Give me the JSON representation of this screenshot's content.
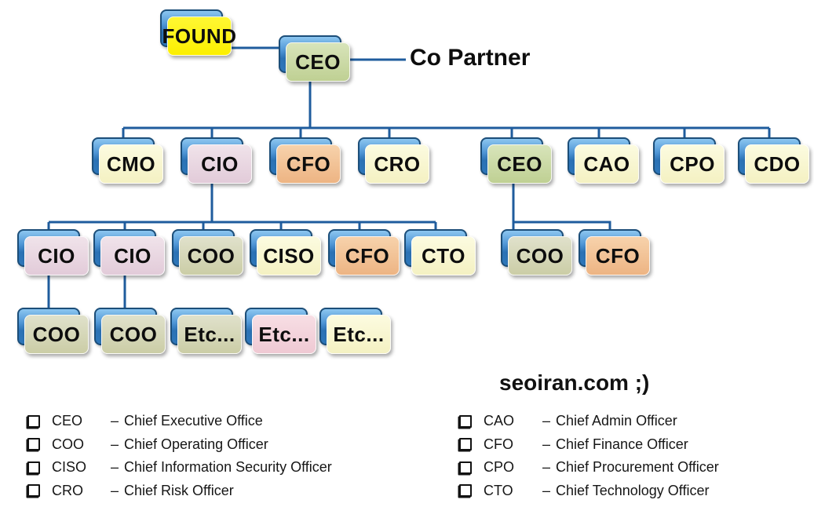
{
  "annotations": {
    "co_partner": "Co Partner",
    "watermark": "seoiran.com ;)"
  },
  "colors": {
    "connector_line": "#1F5C9D",
    "shadow_card_top": "#8CC6F0",
    "shadow_card_bottom": "#2E77BA",
    "shadow_card_border": "#1C4E79",
    "fill_yellow": "#FCEF00",
    "fill_green": "#C9D8A4",
    "fill_cream": "#F8F6D1",
    "fill_pink": "#E9D7E1",
    "fill_orange": "#F2C397",
    "fill_olive": "#D5D7B8",
    "fill_pink_light": "#F3D3DB"
  },
  "nodes": [
    {
      "label": "FOUND",
      "style": "yellow"
    },
    {
      "label": "CEO",
      "style": "green"
    },
    {
      "label": "CMO",
      "style": "cream"
    },
    {
      "label": "CIO",
      "style": "pink"
    },
    {
      "label": "CFO",
      "style": "orange"
    },
    {
      "label": "CRO",
      "style": "cream"
    },
    {
      "label": "CEO",
      "style": "green"
    },
    {
      "label": "CAO",
      "style": "cream"
    },
    {
      "label": "CPO",
      "style": "cream"
    },
    {
      "label": "CDO",
      "style": "cream"
    },
    {
      "label": "CIO",
      "style": "pink"
    },
    {
      "label": "CIO",
      "style": "pink"
    },
    {
      "label": "COO",
      "style": "olive"
    },
    {
      "label": "CISO",
      "style": "cream"
    },
    {
      "label": "CFO",
      "style": "orange"
    },
    {
      "label": "CTO",
      "style": "cream"
    },
    {
      "label": "COO",
      "style": "olive"
    },
    {
      "label": "CFO",
      "style": "orange"
    },
    {
      "label": "COO",
      "style": "olive"
    },
    {
      "label": "COO",
      "style": "olive"
    },
    {
      "label": "Etc...",
      "style": "olive"
    },
    {
      "label": "Etc...",
      "style": "pink2"
    },
    {
      "label": "Etc...",
      "style": "cream"
    }
  ],
  "legend": {
    "dash": "–",
    "left": [
      {
        "abbr": "CEO",
        "desc": "Chief Executive Office"
      },
      {
        "abbr": "COO",
        "desc": "Chief Operating Officer"
      },
      {
        "abbr": "CISO",
        "desc": "Chief Information Security Officer"
      },
      {
        "abbr": "CRO",
        "desc": "Chief Risk Officer"
      }
    ],
    "right": [
      {
        "abbr": "CAO",
        "desc": "Chief Admin Officer"
      },
      {
        "abbr": "CFO",
        "desc": "Chief Finance Officer"
      },
      {
        "abbr": "CPO",
        "desc": "Chief Procurement Officer"
      },
      {
        "abbr": "CTO",
        "desc": "Chief Technology Officer"
      }
    ]
  }
}
